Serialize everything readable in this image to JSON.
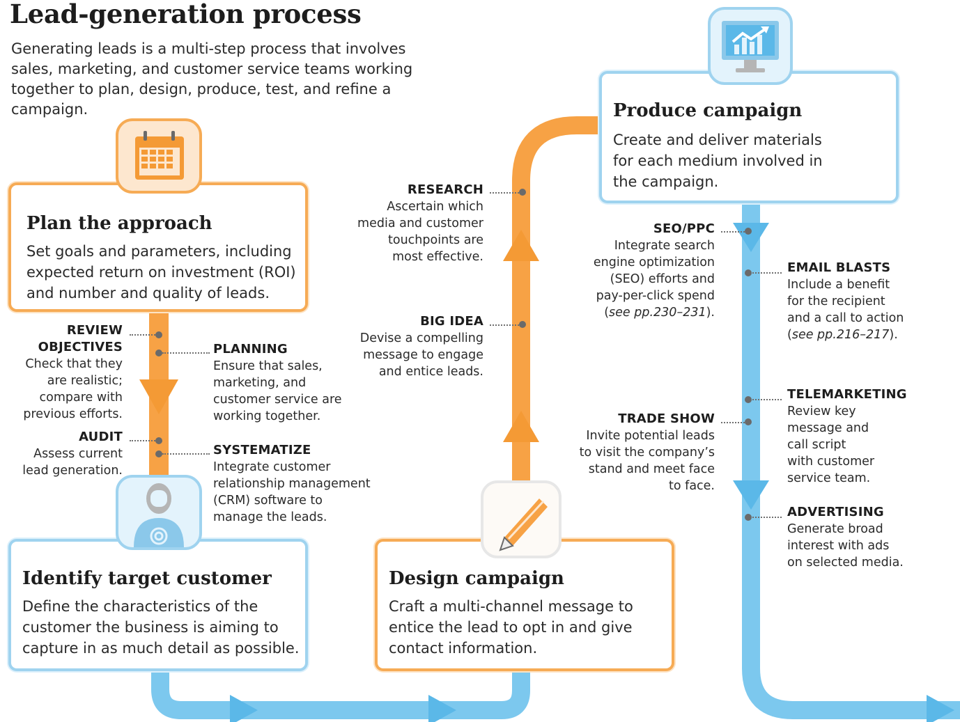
{
  "header": {
    "title": "Lead-generation process",
    "intro": "Generating leads is a multi-step process that involves sales, marketing, and customer service teams working together to plan, design, produce, test, and refine a campaign."
  },
  "colors": {
    "orange": "#f7a245",
    "blue": "#7cc8ee",
    "dot": "#6a6a6a"
  },
  "steps": {
    "plan": {
      "icon": "calendar-icon",
      "title": "Plan the approach",
      "text": "Set goals and parameters, including expected return on investment (ROI) and number and quality of leads."
    },
    "identify": {
      "icon": "customer-target-icon",
      "title": "Identify target customer",
      "text": "Define the characteristics of the customer the business is aiming to capture in as much detail as possible."
    },
    "design": {
      "icon": "pencil-icon",
      "title": "Design campaign",
      "text": "Craft a multi-channel message to entice the lead to opt in and give contact information."
    },
    "produce": {
      "icon": "monitor-chart-icon",
      "title": "Produce campaign",
      "text": "Create and deliver materials for each medium involved in the campaign."
    }
  },
  "annotations": {
    "review": {
      "heading": "REVIEW\nOBJECTIVES",
      "body": "Check that they\nare realistic;\ncompare with\nprevious efforts."
    },
    "audit": {
      "heading": "AUDIT",
      "body": "Assess current\nlead generation."
    },
    "planning": {
      "heading": "PLANNING",
      "body": "Ensure that sales,\nmarketing, and\ncustomer service are\nworking together."
    },
    "systematize": {
      "heading": "SYSTEMATIZE",
      "body": "Integrate customer\nrelationship management\n(CRM) software to\nmanage the leads."
    },
    "research": {
      "heading": "RESEARCH",
      "body": "Ascertain which\nmedia and customer\ntouchpoints are\nmost effective."
    },
    "bigidea": {
      "heading": "BIG IDEA",
      "body": "Devise a compelling\nmessage to engage\nand entice leads."
    },
    "seo": {
      "heading": "SEO/PPC",
      "body": "Integrate search\nengine optimization\n(SEO) efforts and\npay-per-click spend",
      "ref_pre": "(",
      "ref_italic": "see pp.230–231",
      "ref_post": ")."
    },
    "tradeshow": {
      "heading": "TRADE SHOW",
      "body": "Invite potential leads\nto visit the company’s\nstand and meet face\nto face."
    },
    "email": {
      "heading": "EMAIL BLASTS",
      "body": "Include a benefit\nfor the recipient\nand a call to action",
      "ref_pre": "(",
      "ref_italic": "see pp.216–217",
      "ref_post": ")."
    },
    "telemarketing": {
      "heading": "TELEMARKETING",
      "body": "Review key\nmessage and\ncall script\nwith customer\nservice team."
    },
    "advertising": {
      "heading": "ADVERTISING",
      "body": "Generate broad\ninterest with ads\non selected media."
    }
  }
}
